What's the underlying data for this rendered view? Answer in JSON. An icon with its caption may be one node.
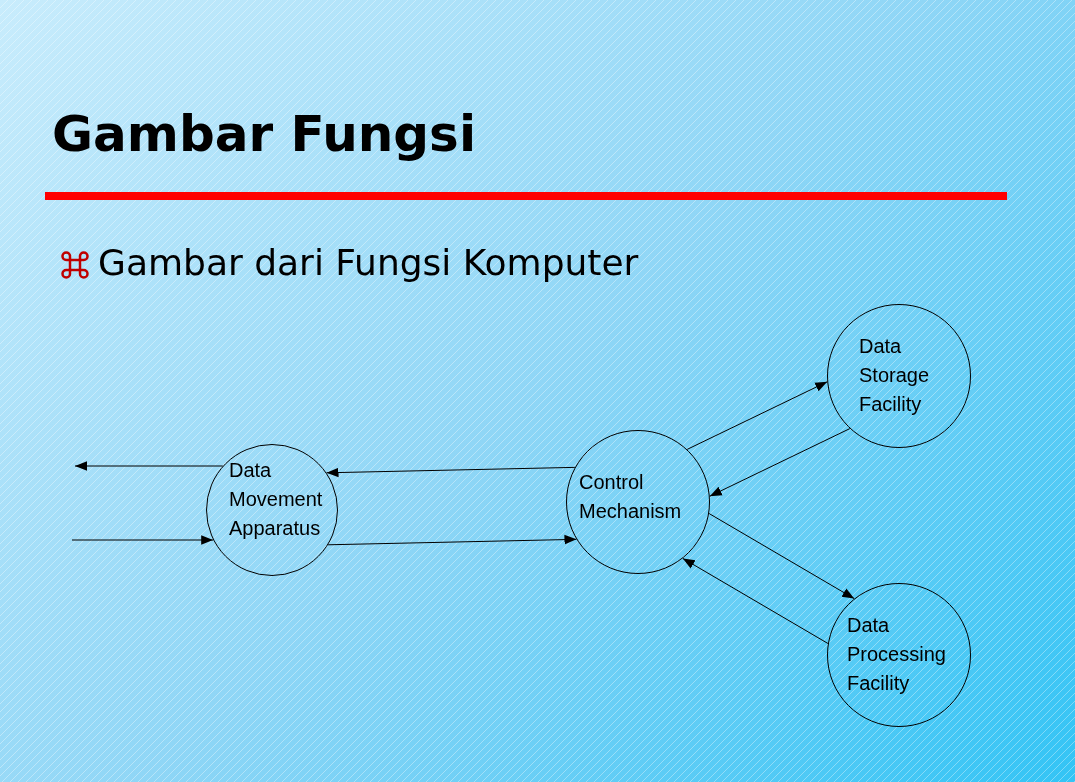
{
  "diagram": {
    "title": "Gambar Fungsi",
    "nodes": [
      {
        "text": [
          "Data Movement Apparatus"
        ]
      },
      {
        "text": [
          "Control Mechanism"
        ]
      },
      {
        "text": [
          "Data Storage Facility"
        ]
      },
      {
        "text": [
          "Data Processing Facility"
        ]
      }
    ],
    "edges": [
      {
        "from": 0,
        "to": null,
        "arrow": "to"
      },
      {
        "from": null,
        "to": 0,
        "arrow": "to"
      },
      {
        "from": 1,
        "to": 0,
        "arrow": "to"
      },
      {
        "from": 0,
        "to": 1,
        "arrow": "to"
      },
      {
        "from": 1,
        "to": 2,
        "arrow": "to"
      },
      {
        "from": 2,
        "to": 1,
        "arrow": "to"
      },
      {
        "from": 1,
        "to": 3,
        "arrow": "to"
      },
      {
        "from": 3,
        "to": 1,
        "arrow": "to"
      }
    ],
    "labels": [
      "Gambar dari Fungsi Komputer"
    ]
  }
}
